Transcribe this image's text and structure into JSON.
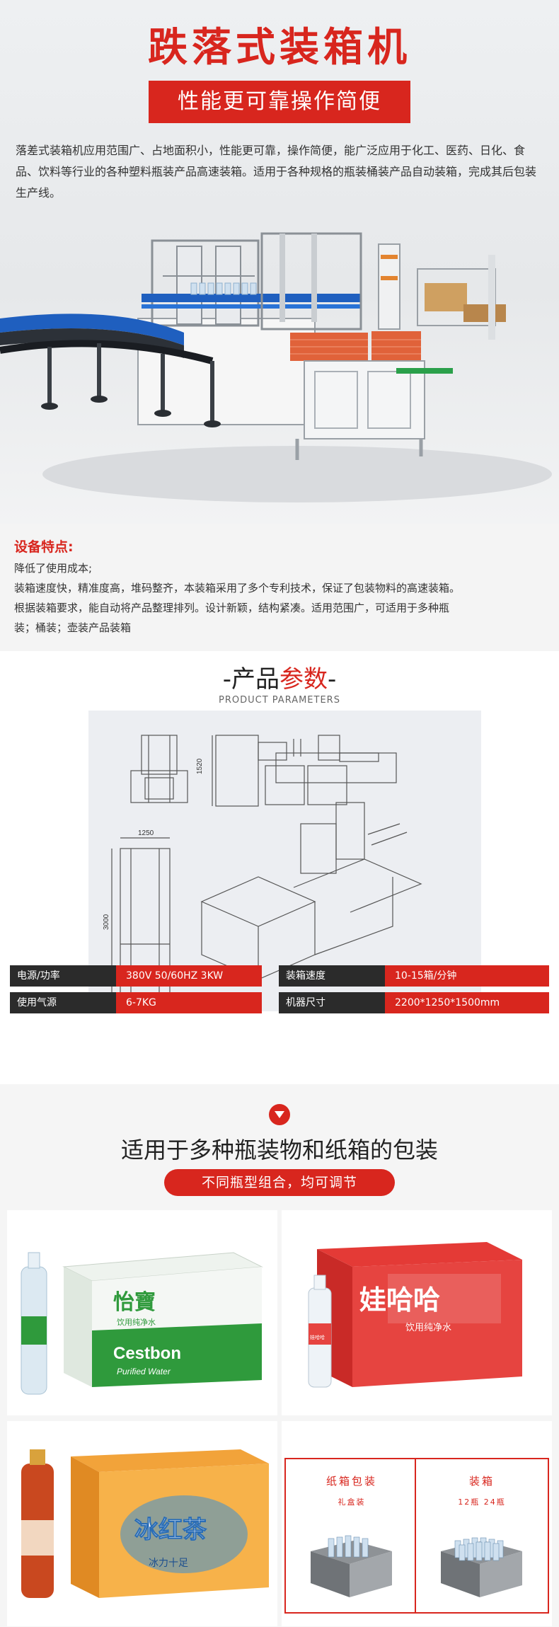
{
  "hero": {
    "title": "跌落式装箱机",
    "subtitle": "性能更可靠操作简便",
    "description": "落差式装箱机应用范围广、占地面积小，性能更可靠，操作简便，能广泛应用于化工、医药、日化、食品、饮料等行业的各种塑料瓶装产品高速装箱。适用于各种规格的瓶装桶装产品自动装箱，完成其后包装生产线。"
  },
  "features": {
    "title": "设备特点:",
    "lines": [
      "降低了使用成本;",
      "装箱速度快，精准度高，堆码整齐，本装箱采用了多个专利技术，保证了包装物料的高速装箱。",
      "根据装箱要求，能自动将产品整理排列。设计新颖，结构紧凑。适用范围广，可适用于多种瓶",
      "装；桶装；壶装产品装箱"
    ]
  },
  "params": {
    "title_left": "-产品",
    "title_red": "参数",
    "title_right": "-",
    "subtitle": "PRODUCT PARAMETERS",
    "dims": {
      "height": "1520",
      "width": "1250",
      "length": "3000"
    },
    "specs": [
      {
        "label": "电源/功率",
        "value": "380V 50/60HZ 3KW"
      },
      {
        "label": "装箱速度",
        "value": "10-15箱/分钟"
      },
      {
        "label": "使用气源",
        "value": "6-7KG"
      },
      {
        "label": "机器尺寸",
        "value": "2200*1250*1500mm"
      }
    ]
  },
  "apply": {
    "title": "适用于多种瓶装物和纸箱的包装",
    "pill": "不同瓶型组合，均可调节",
    "cards": {
      "yibao": {
        "brand": "怡寶",
        "product": "饮用纯净水",
        "en": "Cestbon",
        "en2": "Purified Water"
      },
      "wahaha": {
        "brand": "娃哈哈",
        "product": "饮用纯净水",
        "bottle": "娃哈哈"
      },
      "icetea": {
        "brand": "冰红茶",
        "product": "冰力十足"
      },
      "packing": {
        "left_title": "纸箱包装",
        "left_note": "礼盒装",
        "right_title": "装箱",
        "right_note": "12瓶  24瓶"
      }
    }
  },
  "colors": {
    "accent": "#d8261e",
    "dark": "#2b2b2b",
    "conveyor": "#1f5fbf"
  }
}
